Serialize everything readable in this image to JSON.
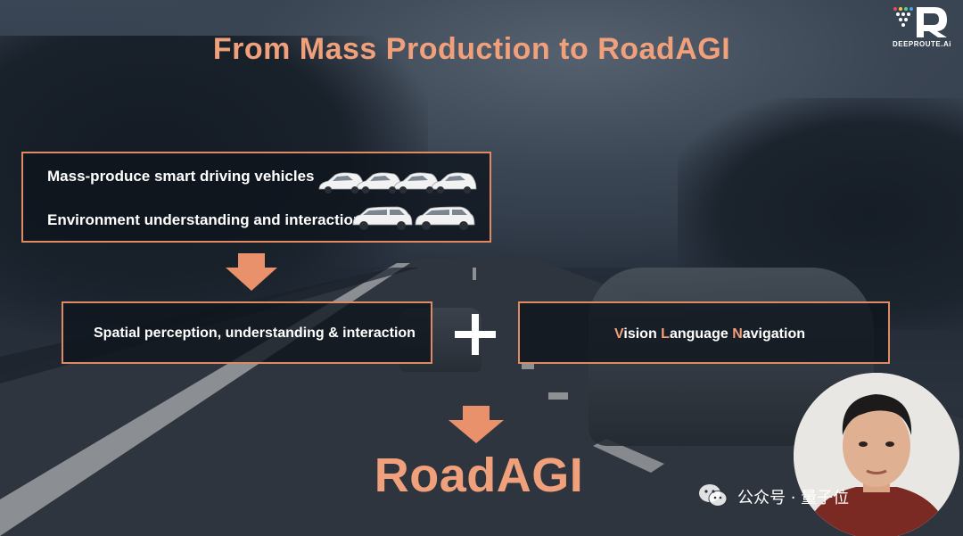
{
  "slide": {
    "title": "From Mass Production to RoadAGI",
    "logo_text": "DEEPROUTE.Ai",
    "top_box": {
      "line1": "Mass-produce smart driving vehicles",
      "line2": "Environment understanding and interaction"
    },
    "spatial_box": {
      "text": "Spatial perception, understanding & interaction"
    },
    "vln_box": {
      "part1_hl": "V",
      "part1": "ision ",
      "part2_hl": "L",
      "part2": "anguage ",
      "part3_hl": "N",
      "part3": "avigation"
    },
    "result": "RoadAGI"
  },
  "watermark": {
    "text": "公众号 · 量子位"
  },
  "colors": {
    "accent": "#f0a07a",
    "box_border": "#e08a63",
    "arrow": "#e8916a"
  },
  "icons": {
    "arrow": "down-arrow-icon",
    "plus": "plus-icon",
    "sedan": "sedan-car-icon",
    "suv": "suv-car-icon",
    "wechat": "wechat-icon"
  }
}
